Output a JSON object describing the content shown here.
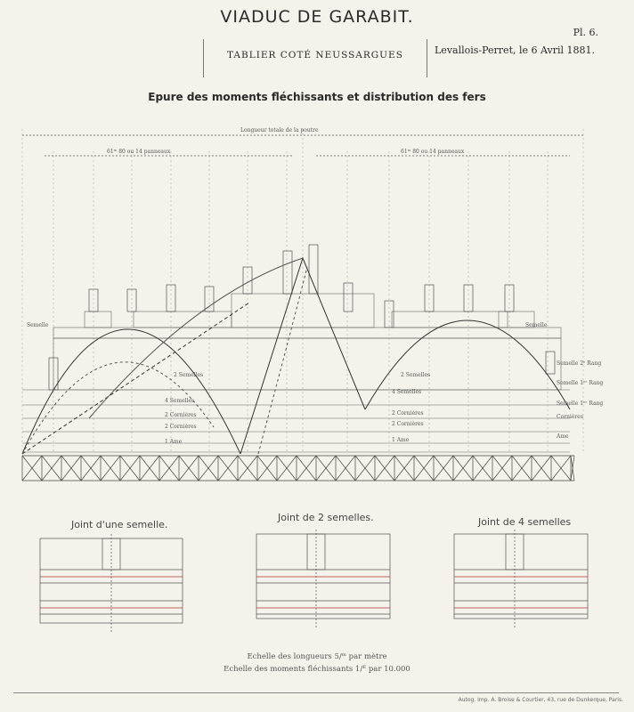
{
  "header": {
    "title": "VIADUC DE GARABIT.",
    "plate": "Pl. 6.",
    "place_date": "Levallois-Perret, le 6 Avril 1881.",
    "subtitle": "TABLIER COTÉ NEUSSARGUES",
    "heading": "Epure des moments fléchissants et distribution des fers"
  },
  "joints": {
    "one": "Joint d'une semelle.",
    "two": "Joint de 2 semelles.",
    "four": "Joint de 4 semelles"
  },
  "scales": {
    "lengths": "Echelle des longueurs 5/ᵐ par mètre",
    "moments": "Echelle des moments fléchissants 1/ᴱ par 10.000"
  },
  "printer": "Autog. Imp. A. Broise & Courtier, 43, rue de Dunkerque, Paris.",
  "colors": {
    "ink": "#2a2a2a",
    "paper": "#f4f2ea",
    "red": "#b03030"
  }
}
